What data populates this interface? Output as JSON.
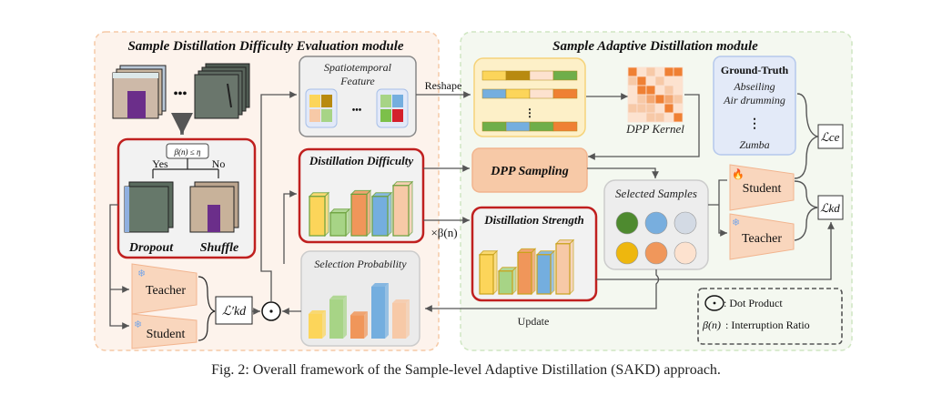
{
  "modules": {
    "left": {
      "title": "Sample Distillation Difficulty Evaluation module"
    },
    "right": {
      "title": "Sample Adaptive Distillation module"
    }
  },
  "left": {
    "ellipsis": "•••",
    "condition": "β(n) ≤ η",
    "yes": "Yes",
    "no": "No",
    "dropout": "Dropout",
    "shuffle": "Shuffle",
    "spatiotemporal": {
      "line1": "Spatiotemporal",
      "line2": "Feature",
      "ellipsis": "•••"
    },
    "distillation_difficulty": {
      "title": "Distillation Difficulty",
      "relative_heights": [
        0.72,
        0.42,
        0.76,
        0.72,
        0.92
      ]
    },
    "selection_probability": {
      "title": "Selection Probability",
      "relative_heights": [
        0.45,
        0.72,
        0.43,
        0.95,
        0.65
      ]
    },
    "teacher": "Teacher",
    "student": "Student",
    "loss_kd_prime": "ℒ′kd",
    "dot_symbol": "⊙",
    "beta_multiplier": "×β(n)"
  },
  "right": {
    "reshape": "Reshape",
    "dpp_kernel": "DPP Kernel",
    "dpp_sampling": "DPP Sampling",
    "ground_truth": {
      "title": "Ground-Truth",
      "items": [
        "Abseiling",
        "Air drumming",
        "⋮",
        "Zumba"
      ]
    },
    "loss_ce": "ℒce",
    "loss_kd": "ℒkd",
    "selected_samples": {
      "title": "Selected Samples",
      "colors": [
        "#4e8a2f",
        "#78aede",
        "#d3dae4",
        "#eeb70e",
        "#f0975b",
        "#fde2cf"
      ]
    },
    "student": "Student",
    "teacher": "Teacher",
    "distillation_strength": {
      "title": "Distillation Strength",
      "relative_heights": [
        0.72,
        0.42,
        0.76,
        0.72,
        0.92
      ]
    },
    "update": "Update"
  },
  "legend": {
    "dot_product": ": Dot Product",
    "beta": "β(n)",
    "interruption": ": Interruption Ratio"
  },
  "colors": {
    "yellow": "#fcd55a",
    "green": "#a7d486",
    "orange": "#f0965a",
    "blue": "#74aedf",
    "peach": "#f7c9a7",
    "red_border": "#c0201f",
    "left_bg": "#fdf3ec",
    "right_bg": "#f4f8f0"
  },
  "caption": "Fig. 2: Overall framework of the Sample-level Adaptive Distillation (SAKD) approach."
}
